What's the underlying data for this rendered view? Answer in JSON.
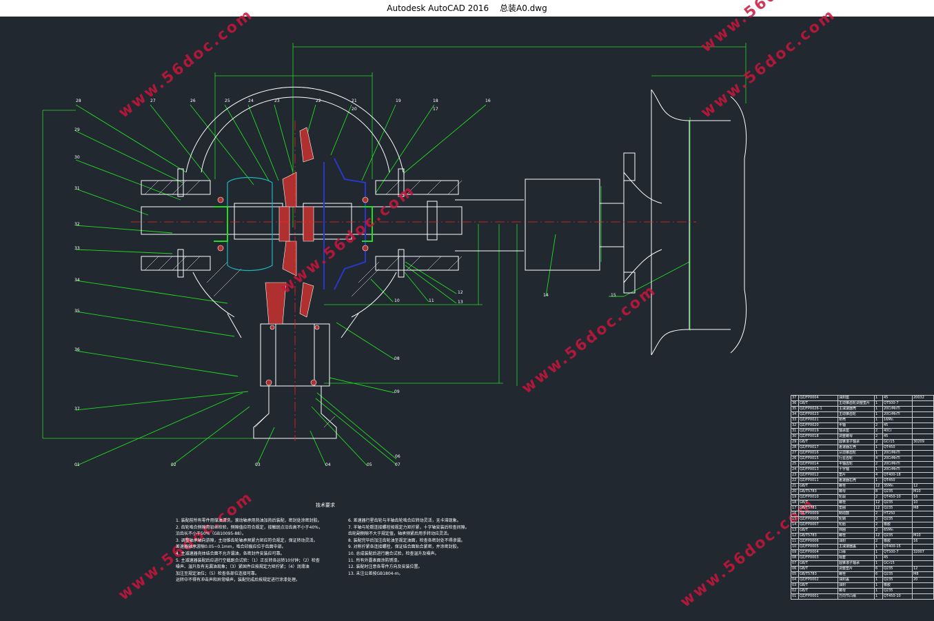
{
  "window": {
    "app_name": "Autodesk AutoCAD 2016",
    "file_name": "总装A0.dwg"
  },
  "watermark": {
    "text": "www.56doc.com",
    "color": "#c8163a"
  },
  "colors": {
    "background": "#212830",
    "lines": "#ffffff",
    "leaders": "#22dd22",
    "blue": "#2838c8",
    "cyan": "#19b9c0",
    "red": "#ff2020",
    "part": "#b03030"
  },
  "part_labels": [
    "28",
    "27",
    "26",
    "25",
    "24",
    "23",
    "22",
    "21",
    "20",
    "19",
    "18",
    "17",
    "16",
    "29",
    "30",
    "31",
    "32",
    "33",
    "34",
    "35",
    "36",
    "37",
    "10",
    "11",
    "12",
    "13",
    "14",
    "15",
    "08",
    "09",
    "01",
    "02",
    "03",
    "04",
    "05",
    "06",
    "07"
  ],
  "notes": {
    "title": "技术要求",
    "left": [
      "1. 装配前所有零件用煤油清洗，滚动轴承用热油加热后装配，密封处涂密封胶。",
      "2. 齿轮啮合侧隙用铅丝检验，侧隙值应符合规定，接触斑点沿齿高不小于40%，",
      "   沿齿长不小于50%（GB10095-88）。",
      "3. 调整轴承轴向游隙，主动锥齿轮轴承预紧力矩应符合规定，保证转动灵活。",
      "   差速器轴承游隙0.05~0.1mm，啮合印痕应位于齿面中部。",
      "4. 主减速器壳体结合面不允许漏油，各密封件安装应可靠。",
      "5. 主减速器装配后应进行空载跑合试验：（1）正反转各运转10分钟；（2）检查",
      "   噪声、温升及有无漏油现象；（3）紧固件应按规定力矩拧紧；（4）润滑油",
      "   加注至规定油位；（5）检查各部位连接可靠。",
      "   运转中不得有冲击声和异常噪声，装配完成后按规定进行涂漆处理。"
    ],
    "right": [
      "6. 差速器行星齿轮与半轴齿轮啮合应转动灵活，无卡滞现象。",
      "7. 半轴与轮毂连接螺栓按规定力矩拧紧，十字轴安装后检查间隙。",
      "   齿轮副侧隙不大于规定值，轴承预紧后用手转动应灵活。",
      "8. 装配完毕后加注齿轮油至规定油面，检查各密封处不得渗漏。",
      "9. 对称拧紧各连接螺栓，保证结合面贴合紧密，并涂密封胶。",
      "10. 总成装配后进行磨合试验，检查温升及噪声。",
      "11. 所有外露表面涂防锈漆。",
      "12. 装配时注意各零件方向及安装位置。",
      "13. 未注公差按GB1804-m。"
    ]
  },
  "bom_rows": [
    [
      "37",
      "QZ/FP0004",
      "油封座",
      "1",
      "45",
      "20032"
    ],
    [
      "36",
      "GB/T",
      "主动锥齿轮调整垫片",
      "1",
      "QT500-7",
      ""
    ],
    [
      "35",
      "QZ/FP0026-1",
      "主减速器壳",
      "1",
      "20CrMnTi",
      ""
    ],
    [
      "34",
      "QZ/FP0023",
      "主动锥齿轮",
      "1",
      "20CrMnTi",
      ""
    ],
    [
      "33",
      "QZ/FP0021",
      "桥壳",
      "1",
      "16Mn",
      ""
    ],
    [
      "32",
      "QZ/FP0020",
      "半轴",
      "2",
      "45",
      ""
    ],
    [
      "31",
      "QZ/FP0019",
      "轴承座",
      "2",
      "40Cr",
      ""
    ],
    [
      "30",
      "QZ/FP0018",
      "调整螺母",
      "2",
      "45",
      ""
    ],
    [
      "29",
      "GB/T",
      "圆锥滚子轴承",
      "2",
      "GCr15",
      "30209"
    ],
    [
      "28",
      "QZ/FP0017",
      "差速器左壳",
      "1",
      "QT450",
      ""
    ],
    [
      "27",
      "QZ/FP0016",
      "从动锥齿轮",
      "1",
      "20CrMnTi",
      ""
    ],
    [
      "26",
      "QZ/FP0015",
      "行星齿轮",
      "4",
      "20CrMnTi",
      ""
    ],
    [
      "25",
      "QZ/FP0014",
      "半轴齿轮",
      "2",
      "20CrMnTi",
      ""
    ],
    [
      "24",
      "QZ/FP0013",
      "十字轴",
      "1",
      "20CrMnTi",
      ""
    ],
    [
      "23",
      "QZ/FP0012",
      "垫片",
      "4",
      "QT400-18",
      ""
    ],
    [
      "22",
      "QZ/FP0011",
      "差速器右壳",
      "1",
      "QT450",
      ""
    ],
    [
      "21",
      "GB/T",
      "螺栓",
      "12",
      "35Mn",
      "12"
    ],
    [
      "20",
      "GB/T5783",
      "螺母",
      "8",
      "Q235",
      "M10"
    ],
    [
      "19",
      "QZ/FP0010",
      "轮毂",
      "2",
      "QT450-10",
      "16"
    ],
    [
      "18",
      "GB/T",
      "螺栓",
      "12",
      "Q235",
      "10"
    ],
    [
      "17",
      "GB/T5781",
      "垫圈",
      "12",
      "Q235",
      "M8"
    ],
    [
      "16",
      "QZ/FP0009",
      "制动鼓",
      "2",
      "HT250",
      ""
    ],
    [
      "15",
      "QZ/FP0008",
      "轮辋",
      "2",
      "Q235",
      ""
    ],
    [
      "14",
      "QZ/FP0007",
      "轮胎",
      "2",
      "橡胶",
      ""
    ],
    [
      "13",
      "GB/T",
      "挡圈",
      "2",
      "65Mn",
      ""
    ],
    [
      "12",
      "GB/T5783",
      "螺栓",
      "12",
      "Q235",
      "M10"
    ],
    [
      "11",
      "QZ/FP0006",
      "油封",
      "2",
      "橡胶",
      "16"
    ],
    [
      "10",
      "QZ/FP0005",
      "主减速器盖",
      "1",
      "QT400-15",
      ""
    ],
    [
      "09",
      "QZ/FP0004",
      "凸缘",
      "1",
      "QT500-7",
      "32007"
    ],
    [
      "08",
      "QZ/FP0003",
      "隔套",
      "1",
      "45",
      ""
    ],
    [
      "07",
      "GB/T",
      "圆锥滚子轴承",
      "1",
      "GCr15",
      ""
    ],
    [
      "06",
      "GB/T",
      "调整垫片",
      "6",
      "Q235",
      "12"
    ],
    [
      "05",
      "GB/T5783",
      "螺栓",
      "6",
      "Q235",
      "M8"
    ],
    [
      "04",
      "QZ/FP0002",
      "油封盖",
      "1",
      "Q235",
      "20"
    ],
    [
      "03",
      "GB/T",
      "油封",
      "1",
      "橡胶",
      ""
    ],
    [
      "02",
      "GB/T",
      "螺母",
      "1",
      "Q235",
      ""
    ],
    [
      "01",
      "QZ/FP0001",
      "万向节凸缘",
      "1",
      "QT450-10",
      ""
    ]
  ]
}
